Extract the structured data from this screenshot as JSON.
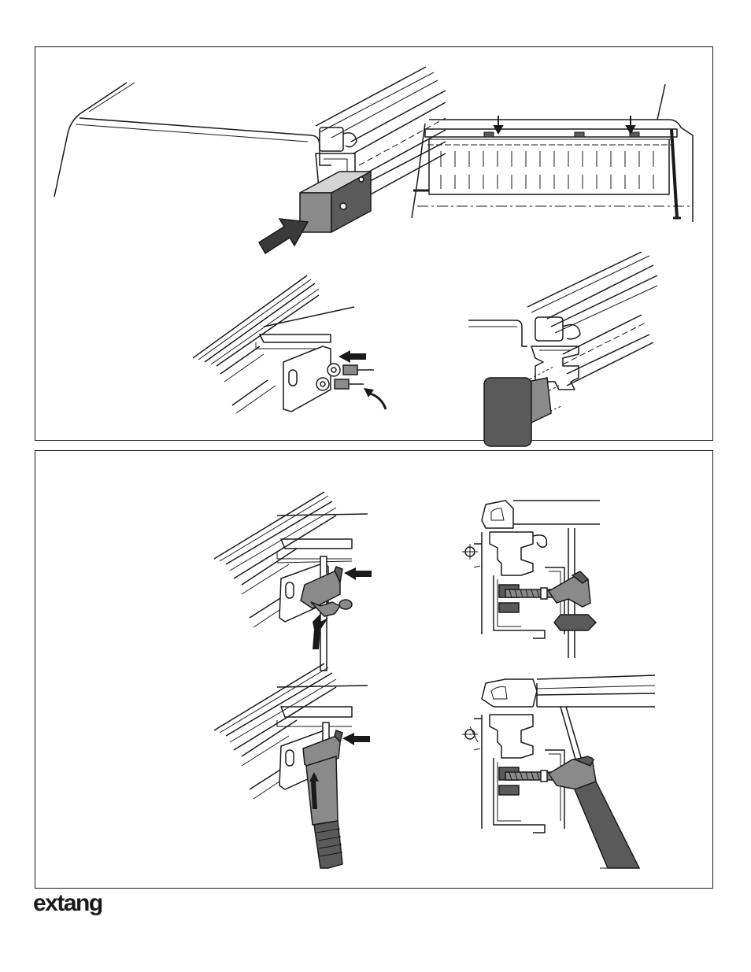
{
  "brand": {
    "logo_text": "extang"
  },
  "colors": {
    "line": "#1a1a1a",
    "fill_dark": "#5a5a5a",
    "fill_mid": "#8a8a8a",
    "fill_light": "#d4d4d4",
    "panel_border": "#1a1a1a"
  },
  "panels": [
    {
      "id": "top",
      "figures": [
        "bracket-insertion",
        "tailgate-view",
        "clamp-bolt-detail",
        "end-cap-insertion"
      ]
    },
    {
      "id": "bottom",
      "figures": [
        "clamp-install-side",
        "clamp-install-section",
        "clamp-tighten-side",
        "clamp-tighten-section"
      ]
    }
  ]
}
